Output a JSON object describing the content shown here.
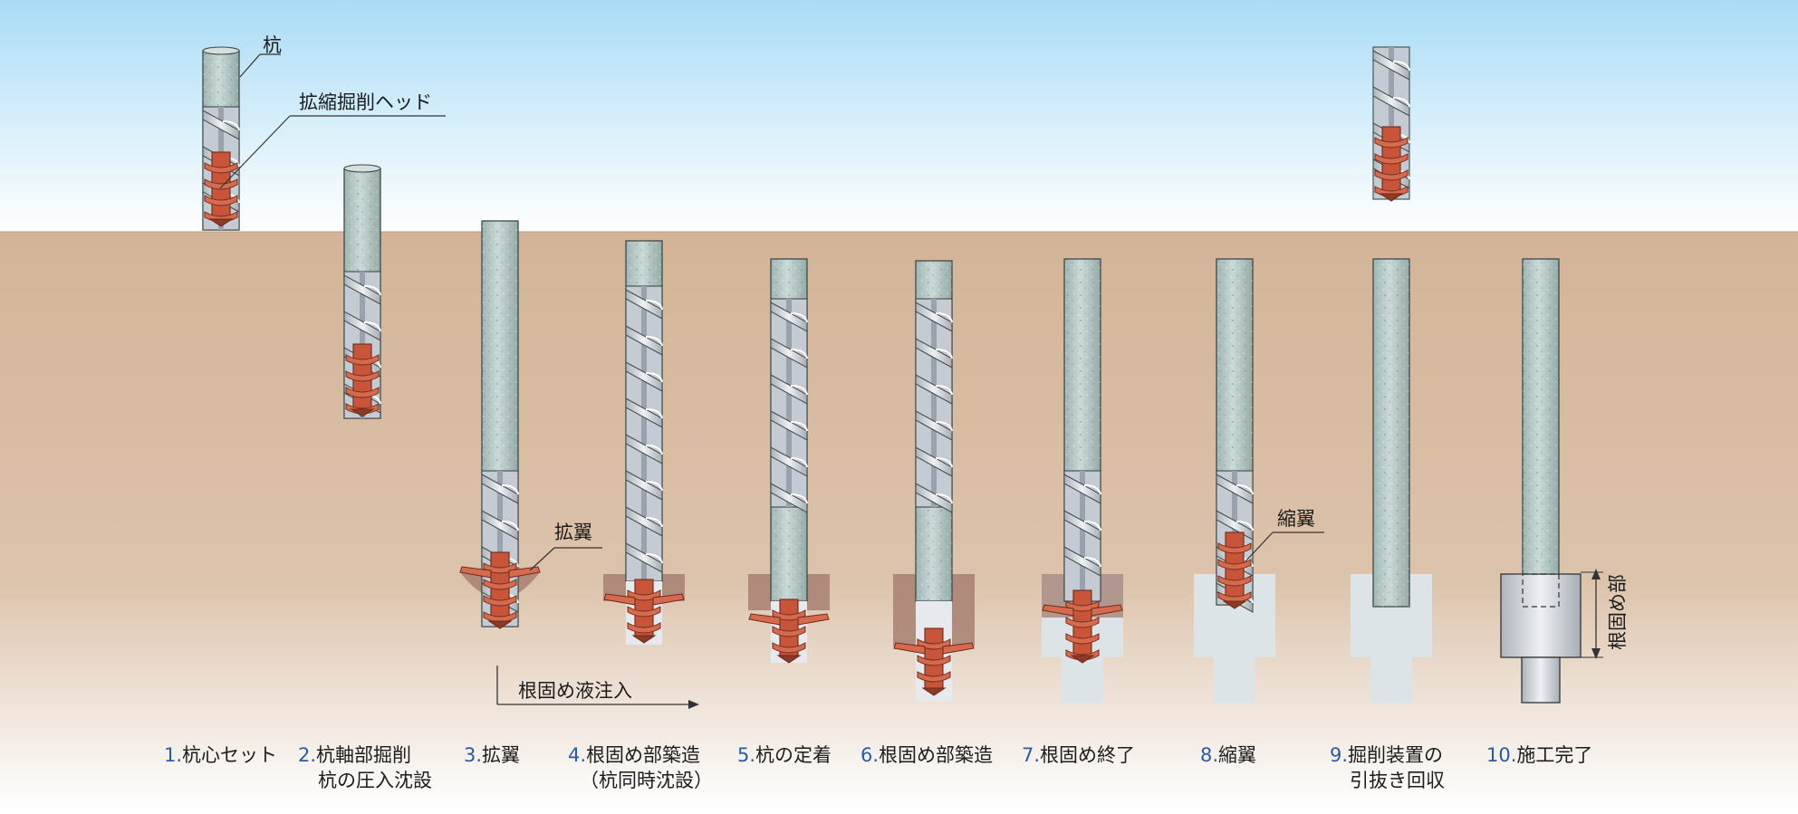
{
  "labels": {
    "pile": "杭",
    "head": "拡縮掘削ヘッド",
    "expand": "拡翼",
    "contract": "縮翼",
    "inject": "根固め液注入",
    "root": "根固め部"
  },
  "steps": [
    {
      "num": "1.",
      "line1": "杭心セット",
      "line2": ""
    },
    {
      "num": "2.",
      "line1": "杭軸部掘削",
      "line2": "杭の圧入沈設"
    },
    {
      "num": "3.",
      "line1": "拡翼",
      "line2": ""
    },
    {
      "num": "4.",
      "line1": "根固め部築造",
      "line2": "（杭同時沈設）"
    },
    {
      "num": "5.",
      "line1": "杭の定着",
      "line2": ""
    },
    {
      "num": "6.",
      "line1": "根固め部築造",
      "line2": ""
    },
    {
      "num": "7.",
      "line1": "根固め終了",
      "line2": ""
    },
    {
      "num": "8.",
      "line1": "縮翼",
      "line2": ""
    },
    {
      "num": "9.",
      "line1": "掘削装置の",
      "line2": "引抜き回収"
    },
    {
      "num": "10.",
      "line1": "施工完了",
      "line2": ""
    }
  ],
  "colors": {
    "sky_top": "#a9dcf5",
    "soil": "#d3b498",
    "pile": "#b9ccca",
    "head": "#c8553a",
    "root_liquid": "#a07668",
    "hardened": "#dde4e8",
    "number": "#2a5aa8"
  }
}
